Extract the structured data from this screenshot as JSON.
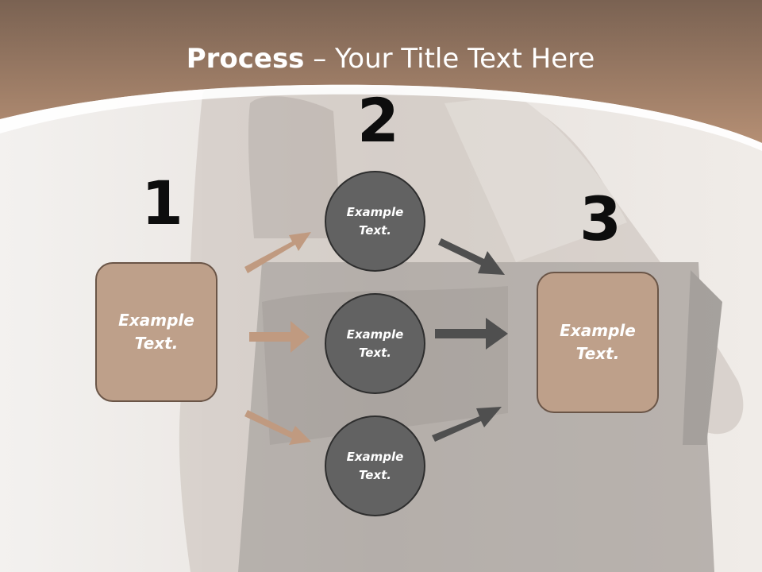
{
  "title": {
    "bold": "Process",
    "rest": " – Your Title Text Here"
  },
  "steps": [
    {
      "number": "1"
    },
    {
      "number": "2"
    },
    {
      "number": "3"
    }
  ],
  "left_box": {
    "text": "Example Text."
  },
  "circles": [
    {
      "text": "Example Text."
    },
    {
      "text": "Example Text."
    },
    {
      "text": "Example Text."
    }
  ],
  "right_box": {
    "text": "Example Text."
  },
  "colors": {
    "header_top": "#7a6252",
    "header_bottom": "#b58f74",
    "box_fill": "#bea08a",
    "box_border": "#6a5547",
    "circle_fill": "#626262",
    "tan_arrow": "#c09a80",
    "dark_arrow": "#4f4f4f"
  }
}
